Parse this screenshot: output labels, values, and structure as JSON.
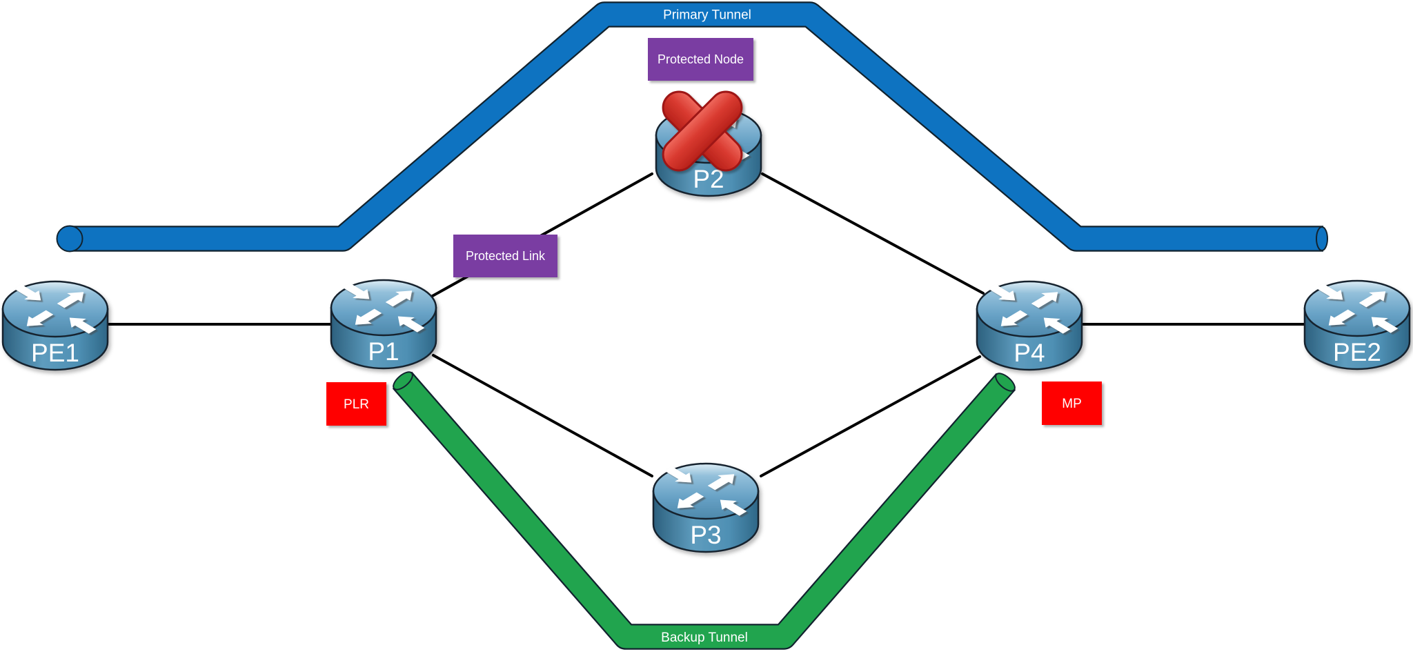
{
  "routers": {
    "pe1": {
      "label": "PE1"
    },
    "p1": {
      "label": "P1"
    },
    "p2": {
      "label": "P2"
    },
    "p3": {
      "label": "P3"
    },
    "p4": {
      "label": "P4"
    },
    "pe2": {
      "label": "PE2"
    }
  },
  "tunnels": {
    "primary": {
      "label": "Primary Tunnel",
      "color": "#0e73c1"
    },
    "backup": {
      "label": "Backup Tunnel",
      "color": "#21a44e"
    }
  },
  "annotations": {
    "protected_node": {
      "label": "Protected Node",
      "color": "#7a3da2"
    },
    "protected_link": {
      "label": "Protected Link",
      "color": "#7a3da2"
    },
    "plr": {
      "label": "PLR",
      "color": "#ff0000"
    },
    "mp": {
      "label": "MP",
      "color": "#ff0000"
    }
  },
  "failure": {
    "on_router": "P2",
    "icon": "red-x",
    "color": "#d6362d"
  },
  "links": [
    [
      "PE1",
      "P1"
    ],
    [
      "P1",
      "P2"
    ],
    [
      "P2",
      "P4"
    ],
    [
      "P1",
      "P3"
    ],
    [
      "P3",
      "P4"
    ],
    [
      "P4",
      "PE2"
    ]
  ],
  "link_color": "#000000"
}
